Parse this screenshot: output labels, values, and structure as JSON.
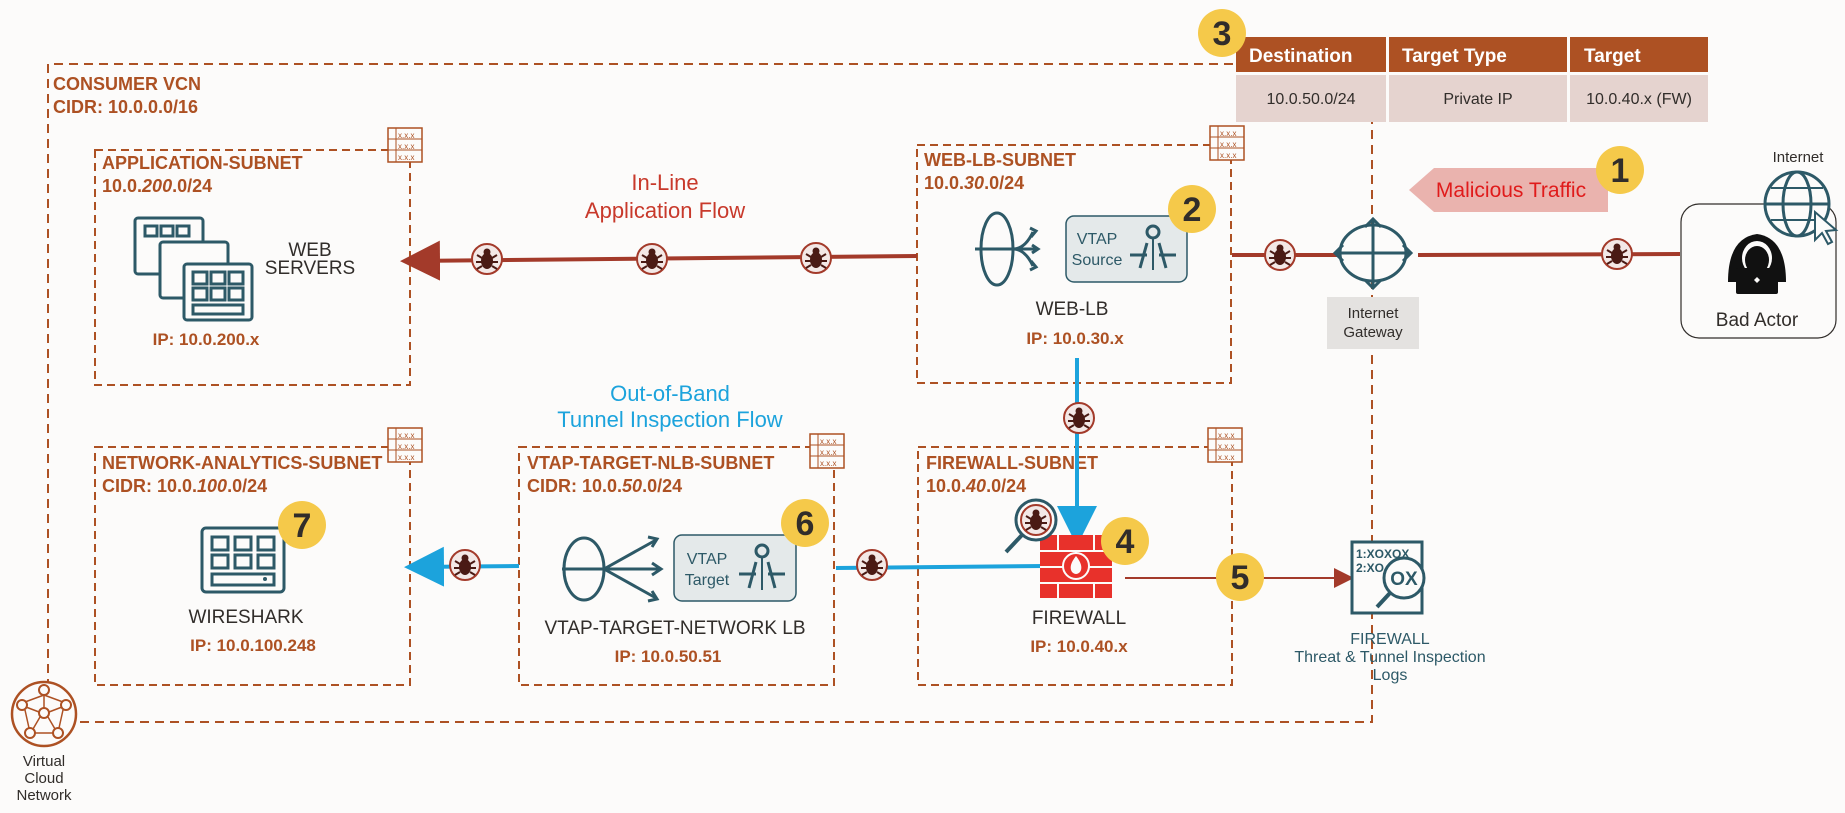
{
  "vcn": {
    "name": "CONSUMER VCN",
    "cidr": "CIDR: 10.0.0.0/16"
  },
  "route_table": {
    "badge": "3",
    "headers": [
      "Destination",
      "Target Type",
      "Target"
    ],
    "row": [
      "10.0.50.0/24",
      "Private IP",
      "10.0.40.x (FW)"
    ]
  },
  "subnets": {
    "application": {
      "name": "APPLICATION-SUBNET",
      "cidr_prefix": "10.0.",
      "cidr_italic": "200",
      "cidr_suffix": ".0/24"
    },
    "web_lb": {
      "name": "WEB-LB-SUBNET",
      "cidr_prefix": "10.0.",
      "cidr_italic": "30",
      "cidr_suffix": ".0/24"
    },
    "network_analytics": {
      "name": "NETWORK-ANALYTICS-SUBNET",
      "cidr_prefix": "CIDR: 10.0.",
      "cidr_italic": "100",
      "cidr_suffix": ".0/24"
    },
    "vtap_target_nlb": {
      "name": "VTAP-TARGET-NLB-SUBNET",
      "cidr_prefix": "CIDR: 10.0.",
      "cidr_italic": "50",
      "cidr_suffix": ".0/24"
    },
    "firewall": {
      "name": "FIREWALL-SUBNET",
      "cidr_prefix": "10.0.",
      "cidr_italic": "40",
      "cidr_suffix": ".0/24"
    }
  },
  "nodes": {
    "web_servers": {
      "label_1": "WEB",
      "label_2": "SERVERS",
      "ip": "IP: 10.0.200.x"
    },
    "web_lb": {
      "label": "WEB-LB",
      "ip": "IP: 10.0.30.x",
      "badge": "2",
      "vtap_line1": "VTAP",
      "vtap_line2": "Source"
    },
    "wireshark": {
      "label": "WIRESHARK",
      "ip": "IP: 10.0.100.248",
      "badge": "7"
    },
    "vtap_target_nlb": {
      "label": "VTAP-TARGET-NETWORK LB",
      "ip": "IP: 10.0.50.51",
      "badge": "6",
      "vtap_line1": "VTAP",
      "vtap_line2": "Target"
    },
    "firewall": {
      "label": "FIREWALL",
      "ip": "IP: 10.0.40.x",
      "badge": "4"
    },
    "internet_gateway": {
      "line1": "Internet",
      "line2": "Gateway"
    },
    "bad_actor": {
      "label": "Bad Actor",
      "internet_label": "Internet"
    },
    "logs": {
      "line1": "FIREWALL",
      "line2": "Threat & Tunnel Inspection",
      "line3": "Logs",
      "badge": "5",
      "code1": "1:XOXOX",
      "code2": "2:XO",
      "magnifier_text": "OX"
    },
    "vcn_icon": {
      "line1": "Virtual",
      "line2": "Cloud",
      "line3": "Network"
    }
  },
  "flows": {
    "inline": {
      "line1": "In-Line",
      "line2": "Application Flow"
    },
    "oob": {
      "line1": "Out-of-Band",
      "line2": "Tunnel Inspection Flow"
    },
    "malicious": {
      "label": "Malicious Traffic",
      "badge": "1"
    }
  },
  "route_table_icon_text": "x.x.x",
  "colors": {
    "vcn_border": "#ad5123",
    "inline_flow": "#a33a2a",
    "oob_flow": "#1ca3dc",
    "badge": "#f5c94a",
    "header": "#ad5123",
    "row_bg": "#e5d3cf",
    "firewall": "#e8312b",
    "malicious_text": "#e01b1b",
    "icon": "#2d5967"
  },
  "icons": [
    "route-table-icon",
    "web-servers-icon",
    "load-balancer-icon",
    "vtap-icon",
    "bug-icon",
    "firewall-icon",
    "internet-gateway-icon",
    "globe-icon",
    "hacker-icon",
    "logs-icon",
    "server-icon",
    "vcn-icon"
  ]
}
